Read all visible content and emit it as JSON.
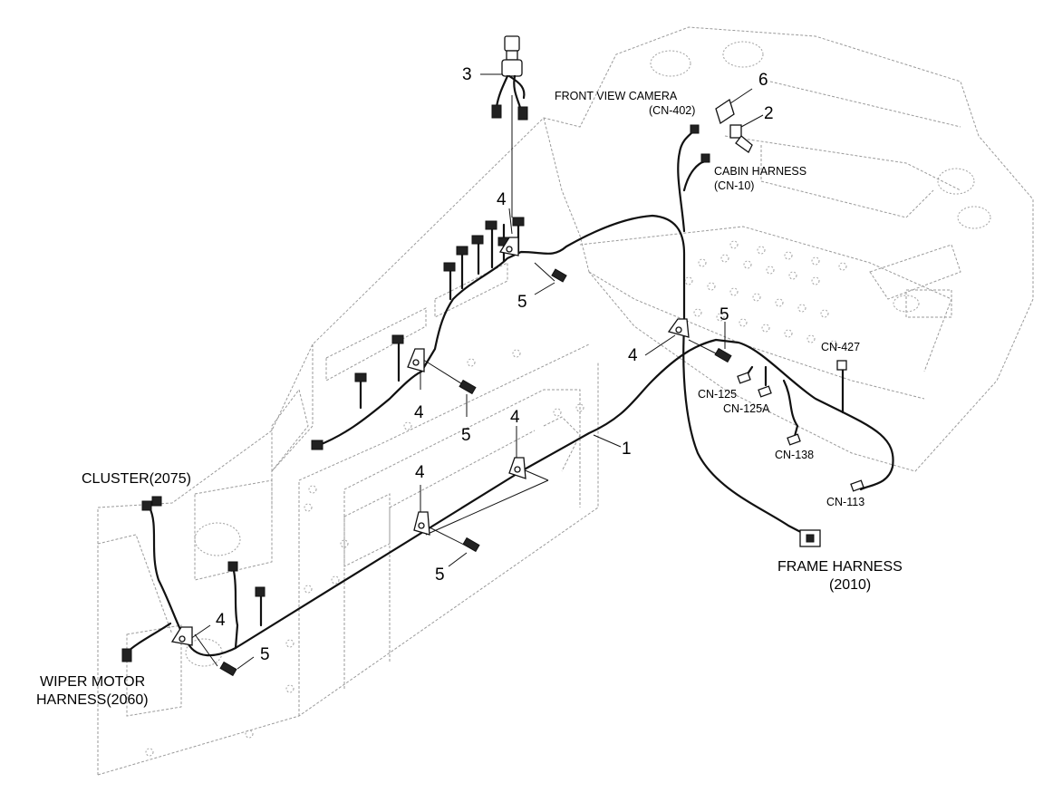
{
  "callouts": {
    "c1": "1",
    "c2": "2",
    "c3": "3",
    "c4": "4",
    "c5": "5",
    "c6": "6"
  },
  "connectors": {
    "front_view_camera": "FRONT VIEW CAMERA",
    "front_view_camera_code": "(CN-402)",
    "cabin_harness": "CABIN HARNESS",
    "cabin_harness_code": "(CN-10)",
    "cn427": "CN-427",
    "cn125": "CN-125",
    "cn125a": "CN-125A",
    "cn138": "CN-138",
    "cn113": "CN-113"
  },
  "harnesses": {
    "cluster": "CLUSTER(2075)",
    "wiper_line1": "WIPER MOTOR",
    "wiper_line2": "HARNESS(2060)",
    "frame_line1": "FRAME HARNESS",
    "frame_line2": "(2010)"
  }
}
